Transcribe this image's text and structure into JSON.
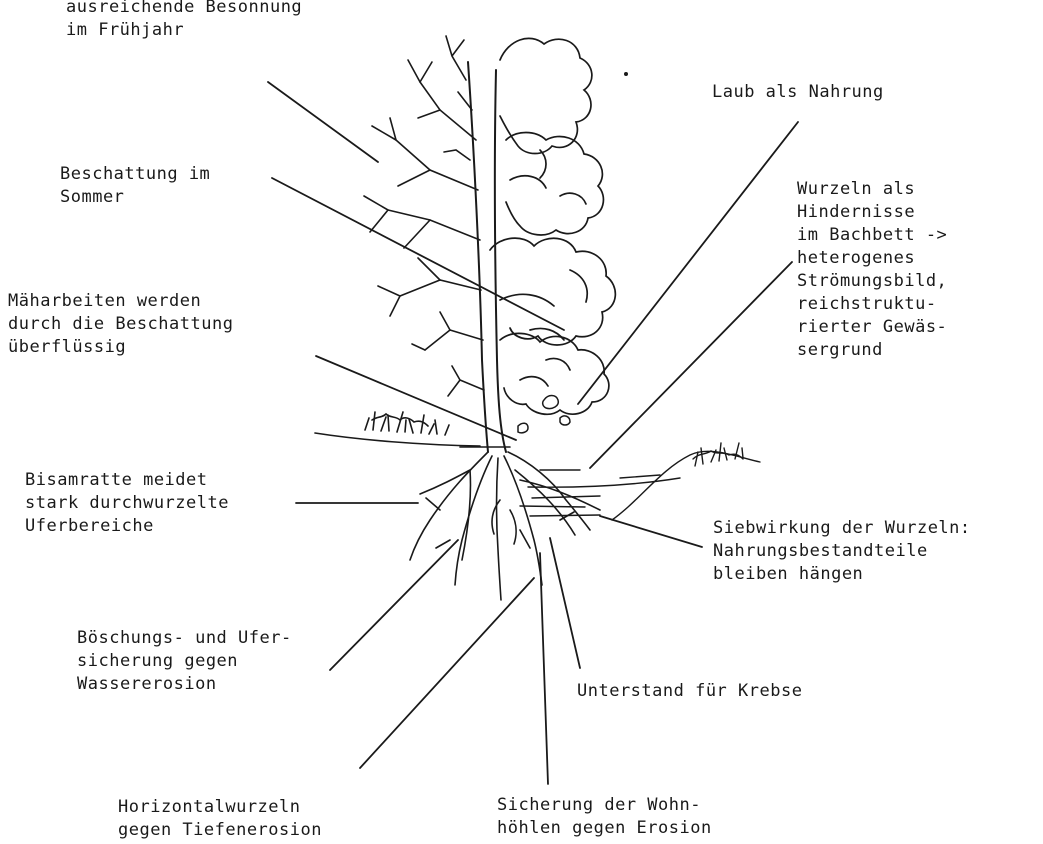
{
  "labels": {
    "sunlight": [
      "ausreichende Besonnung",
      "im Frühjahr"
    ],
    "leaves": [
      "Laub als Nahrung"
    ],
    "shade": [
      "Beschattung im",
      "Sommer"
    ],
    "roots": [
      "Wurzeln als",
      "Hindernisse",
      "im Bachbett ->",
      "heterogenes",
      "Strömungsbild,",
      "reichstruktu-",
      "rierter Gewäs-",
      "sergrund"
    ],
    "mowing": [
      "Mäharbeiten werden",
      "durch die Beschattung",
      "überflüssig"
    ],
    "muskrat": [
      "Bisamratte meidet",
      "stark durchwurzelte",
      "Uferbereiche"
    ],
    "sieve": [
      "Siebwirkung der Wurzeln:",
      "Nahrungsbestandteile",
      "bleiben hängen"
    ],
    "bank": [
      "Böschungs- und Ufer-",
      "sicherung gegen",
      "Wassererosion"
    ],
    "crayfish": [
      "Unterstand für Krebse"
    ],
    "horizontal": [
      "Horizontalwurzeln",
      "gegen Tiefenerosion"
    ],
    "burrows": [
      "Sicherung der Wohn-",
      "höhlen gegen Erosion"
    ]
  },
  "colors": {
    "ink": "#1a1a1a",
    "background": "#ffffff"
  }
}
